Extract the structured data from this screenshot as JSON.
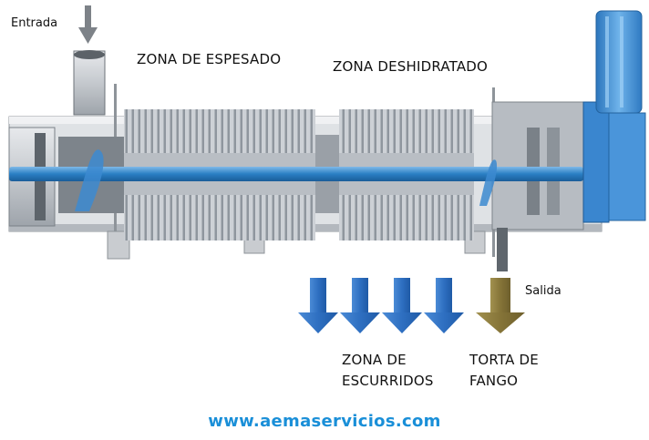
{
  "labels": {
    "entrada": "Entrada",
    "zona_espesado": "ZONA DE ESPESADO",
    "zona_deshidratado": "ZONA DESHIDRATADO",
    "salida": "Salida",
    "zona_escurridos": [
      "ZONA DE",
      "ESCURRIDOS"
    ],
    "torta_fango": [
      "TORTA DE",
      "FANGO"
    ]
  },
  "website": "www.aemaservicios.com",
  "colors": {
    "shaft": "#2a7fc4",
    "frame": "#c9cdd2",
    "discs": "#a7adb4",
    "filtrate_arrow": "#2c6fc0",
    "cake_arrow": "#8b7a3c",
    "motor": "#3f8fd6",
    "website": "#1a8fd8"
  },
  "icons": {
    "inlet_arrow": "down-arrow-icon",
    "filtrate_arrows": "down-arrow-icon",
    "cake_arrow": "down-arrow-icon"
  }
}
